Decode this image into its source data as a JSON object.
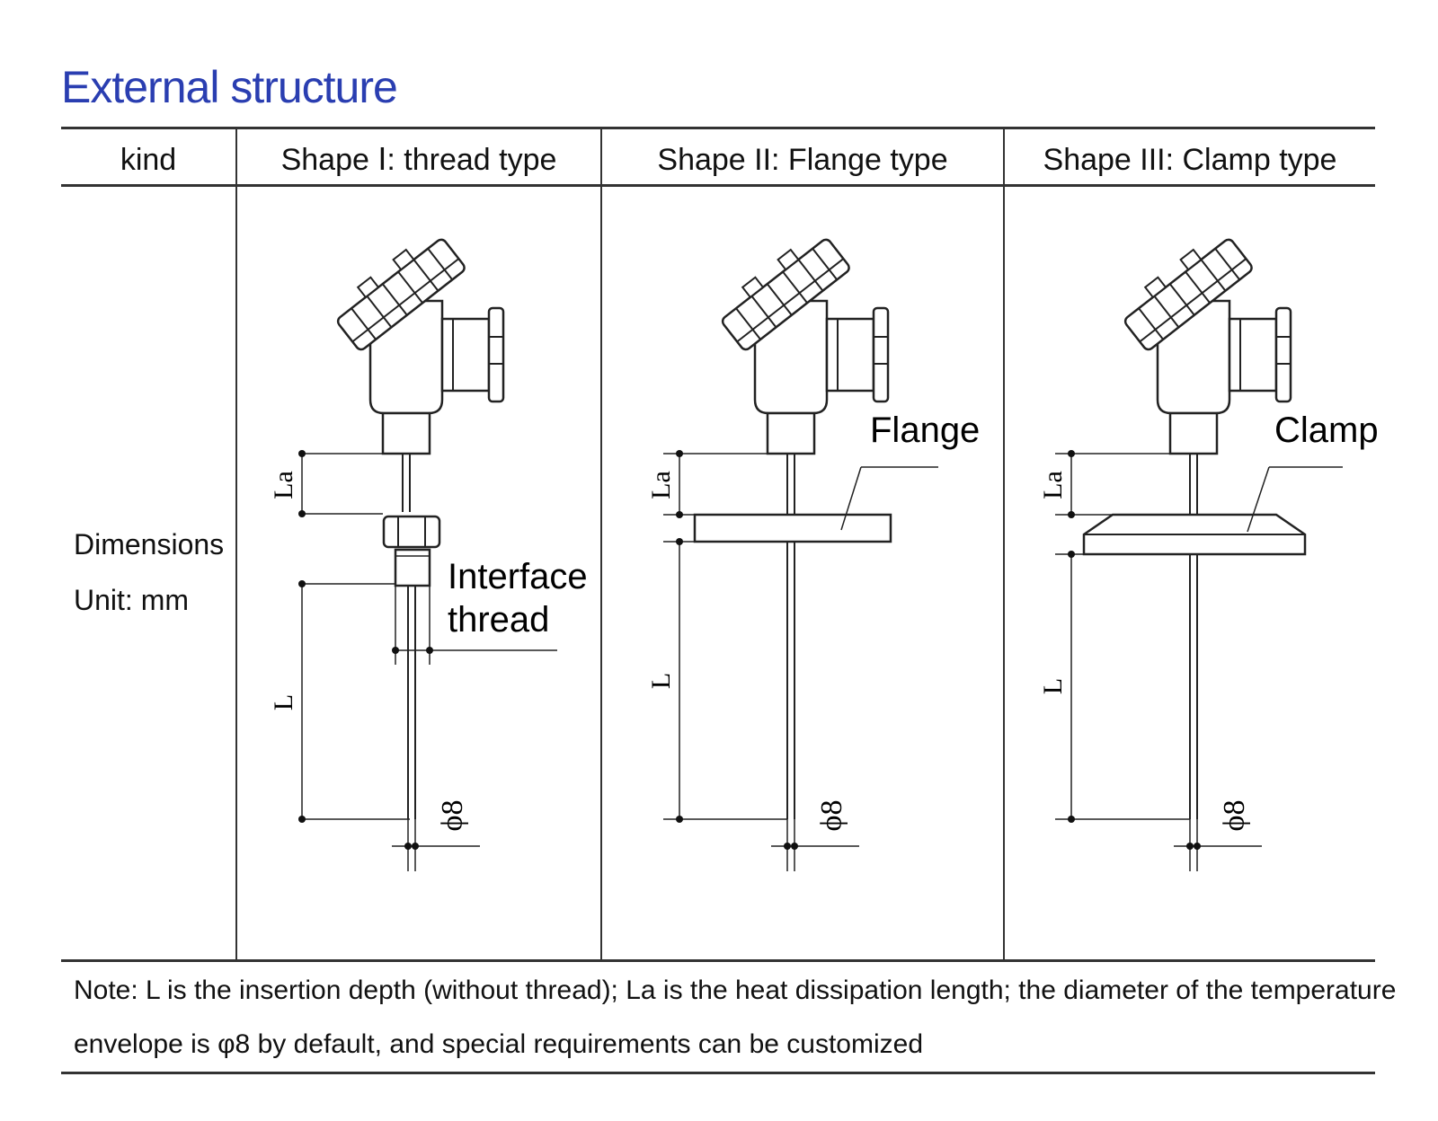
{
  "title": "External structure",
  "table": {
    "header": {
      "kind": "kind",
      "shape1": "Shape Ⅰ: thread type",
      "shape2": "Shape II: Flange type",
      "shape3": "Shape III: Clamp type"
    },
    "row_label": {
      "line1": "Dimensions",
      "line2": "Unit: mm"
    }
  },
  "diagrams": {
    "thread": {
      "la": "La",
      "l": "L",
      "diameter": "ϕ8",
      "callout_line1": "Interface",
      "callout_line2": "thread"
    },
    "flange": {
      "la": "La",
      "l": "L",
      "diameter": "ϕ8",
      "callout": "Flange"
    },
    "clamp": {
      "la": "La",
      "l": "L",
      "diameter": "ϕ8",
      "callout": "Clamp"
    }
  },
  "note": {
    "line1": "Note: L is the insertion depth (without thread); La is the heat dissipation length; the diameter of the temperature",
    "line2": "envelope is φ8 by default, and special requirements can be customized"
  }
}
